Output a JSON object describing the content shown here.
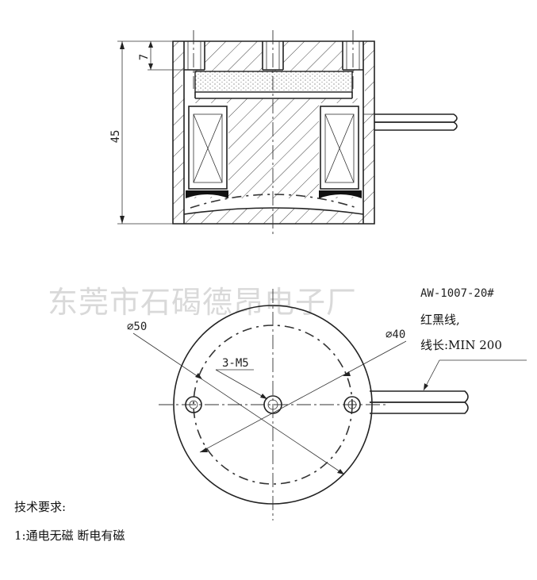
{
  "watermark": "东莞市石碣德昂电子厂",
  "section_view": {
    "dim_height": "45",
    "dim_top": "7"
  },
  "plan_view": {
    "dia_outer": "⌀50",
    "dia_pcd": "⌀40",
    "holes": "3-M5"
  },
  "cable_note": {
    "line1": "AW-1007-20#",
    "line2": "红黑线,",
    "line3": "线长:MIN 200"
  },
  "requirements": {
    "title": "技术要求:",
    "item1": "1:通电无磁 断电有磁"
  }
}
